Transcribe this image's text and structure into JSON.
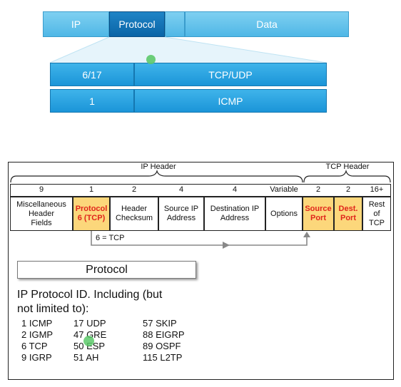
{
  "top": {
    "row1": {
      "ip": "IP",
      "protocol": "Protocol",
      "data": "Data"
    },
    "rows": [
      {
        "value": "6/17",
        "label": "TCP/UDP"
      },
      {
        "value": "1",
        "label": "ICMP"
      }
    ],
    "colors": {
      "light": "#5cc2ee",
      "dark": "#0f6fb5",
      "mid": "#2aa5e2",
      "cursor": "#5cc96a"
    }
  },
  "figure": {
    "ip_header": "IP Header",
    "tcp_header": "TCP Header",
    "sizes": [
      "9",
      "1",
      "2",
      "4",
      "4",
      "Variable",
      "2",
      "2",
      "16+"
    ],
    "fields": [
      {
        "lines": [
          "Miscellaneous",
          "Header",
          "Fields"
        ]
      },
      {
        "lines": [
          "Protocol",
          "6 (TCP)"
        ]
      },
      {
        "lines": [
          "Header",
          "Checksum"
        ]
      },
      {
        "lines": [
          "Source IP",
          "Address"
        ]
      },
      {
        "lines": [
          "Destination IP",
          "Address"
        ]
      },
      {
        "lines": [
          "Options"
        ]
      },
      {
        "lines": [
          "Source",
          "Port"
        ]
      },
      {
        "lines": [
          "Dest.",
          "Port"
        ]
      },
      {
        "lines": [
          "Rest",
          "of",
          "TCP"
        ]
      }
    ],
    "arrow_label": "6 = TCP",
    "box_title": "Protocol",
    "desc_line1": "IP Protocol ID.  Including (but",
    "desc_line2": "not limited to):",
    "protocols": [
      [
        "1 ICMP",
        "17 UDP",
        "57 SKIP"
      ],
      [
        "2 IGMP",
        "47 GRE",
        "88 EIGRP"
      ],
      [
        "6 TCP",
        "50 ESP",
        "89 OSPF"
      ],
      [
        "9 IGRP",
        "51 AH",
        "115 L2TP"
      ]
    ],
    "highlight_color": "#fcd77b",
    "highlight_text_color": "#e0251b"
  }
}
